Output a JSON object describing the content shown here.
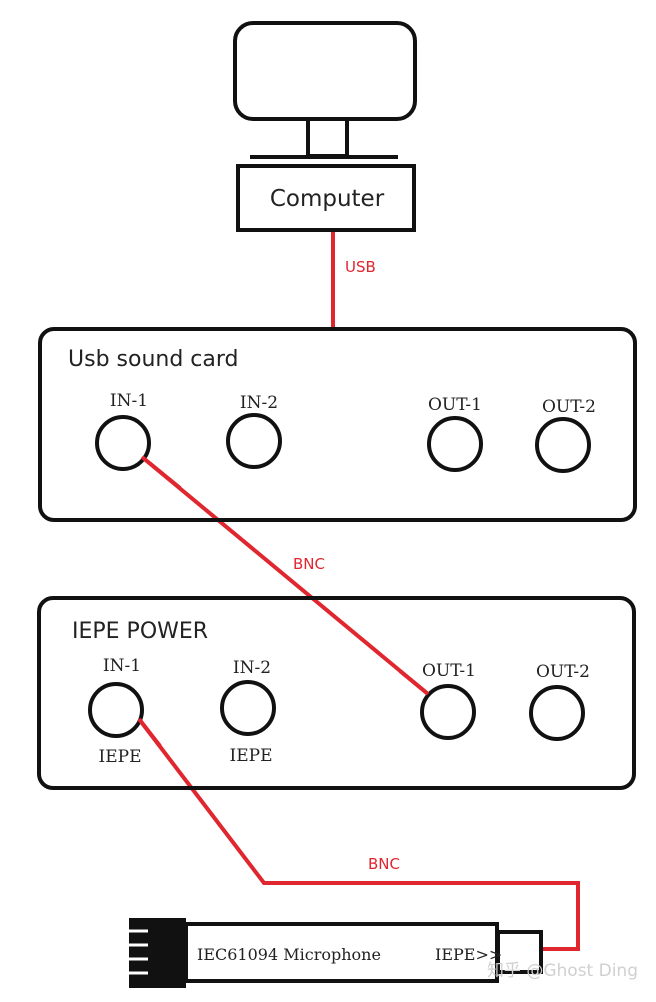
{
  "computer": {
    "label": "Computer"
  },
  "cables": {
    "usb_label": "USB",
    "bnc_upper_label": "BNC",
    "bnc_lower_label": "BNC",
    "color": "#e0262f"
  },
  "sound_card": {
    "title": "Usb sound card",
    "ports": [
      "IN-1",
      "IN-2",
      "OUT-1",
      "OUT-2"
    ]
  },
  "iepe_power": {
    "title": "IEPE POWER",
    "ports": [
      "IN-1",
      "IN-2",
      "OUT-1",
      "OUT-2"
    ],
    "sublabels": [
      "IEPE",
      "IEPE"
    ]
  },
  "microphone": {
    "label": "IEC61094 Microphone",
    "connector_label": "IEPE>>"
  },
  "watermark": {
    "text": "知乎 @Ghost Ding"
  }
}
